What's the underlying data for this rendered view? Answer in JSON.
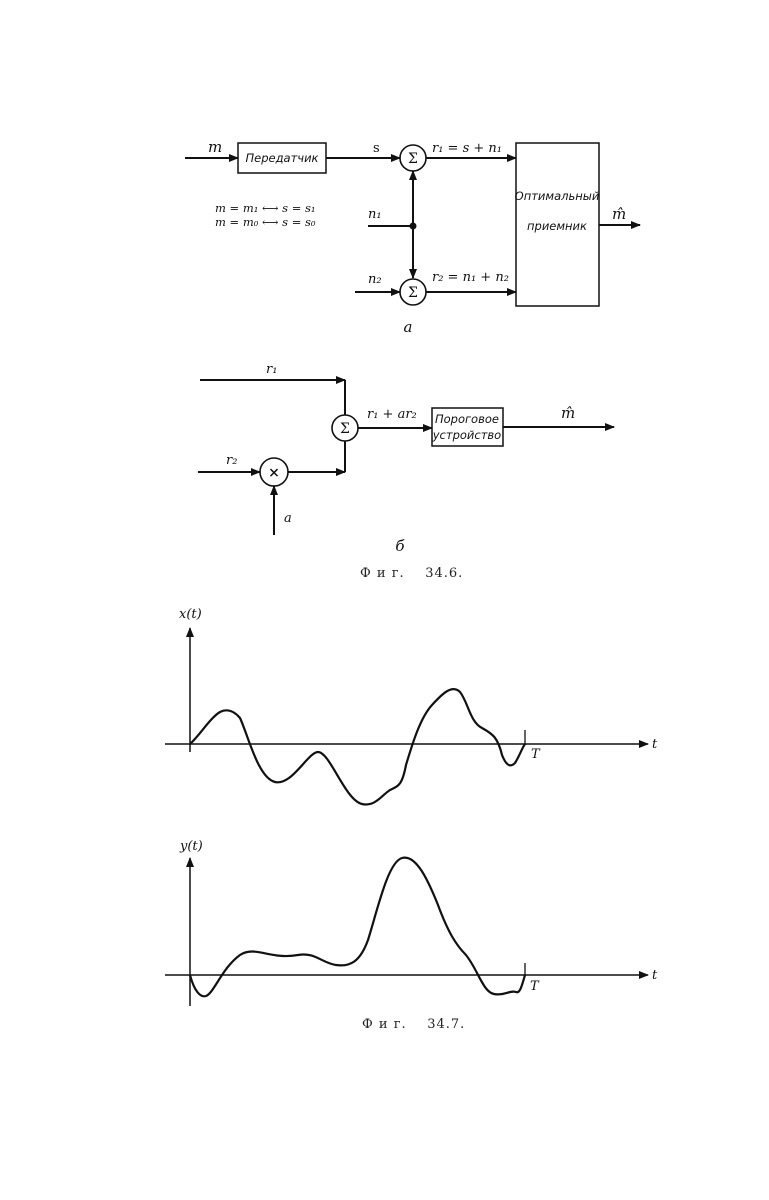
{
  "figure_a": {
    "panel_label": "а",
    "input_m": "m",
    "transmitter_label": "Передатчик",
    "signal_s": "s",
    "mapping_line1": "m = m₁ ⟷ s = s₁",
    "mapping_line2": "m = m₀ ⟷ s = s₀",
    "noise_n1": "n₁",
    "noise_n2": "n₂",
    "sum_symbol": "Σ",
    "r1_eq": "r₁ = s + n₁",
    "r2_eq": "r₂ = n₁ + n₂",
    "receiver_line1": "Оптимальный",
    "receiver_line2": "приемник",
    "output_m_hat": "m̂"
  },
  "figure_b": {
    "panel_label": "б",
    "r1": "r₁",
    "r2": "r₂",
    "mult_symbol": "×",
    "gain_a": "a",
    "sum_symbol": "Σ",
    "sum_out": "r₁ + ar₂",
    "threshold_line1": "Пороговое",
    "threshold_line2": "устройство",
    "output_m_hat": "m̂"
  },
  "caption_346": "Ф и г.    34.6.",
  "plot_x": {
    "ylabel": "x(t)",
    "xlabel": "t",
    "end_label": "T"
  },
  "plot_y": {
    "ylabel": "y(t)",
    "xlabel": "t",
    "end_label": "T"
  },
  "caption_347": "Ф и г.    34.7."
}
